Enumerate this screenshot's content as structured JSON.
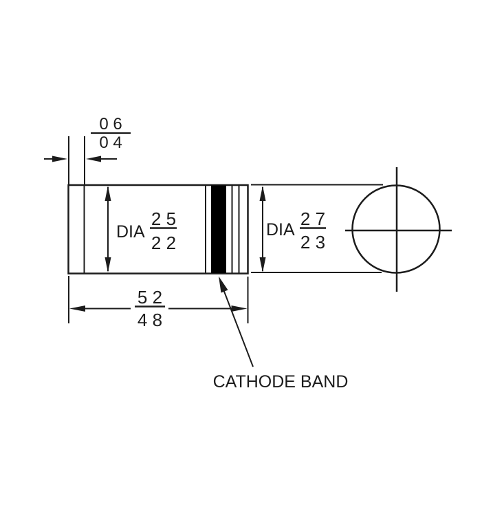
{
  "drawing": {
    "colors": {
      "line": "#1c1c1c",
      "band": "#000000",
      "background": "#ffffff"
    },
    "cap_width_dim": {
      "numerator": "0 6",
      "denominator": "0 4"
    },
    "body_diameter_dim": {
      "label": "DIA",
      "numerator": "2 5",
      "denominator": "2 2"
    },
    "end_diameter_dim": {
      "label": "DIA",
      "numerator": "2 7",
      "denominator": "2 3"
    },
    "length_dim": {
      "numerator": "5 2",
      "denominator": "4 8"
    },
    "cathode_band_label": "CATHODE BAND"
  }
}
